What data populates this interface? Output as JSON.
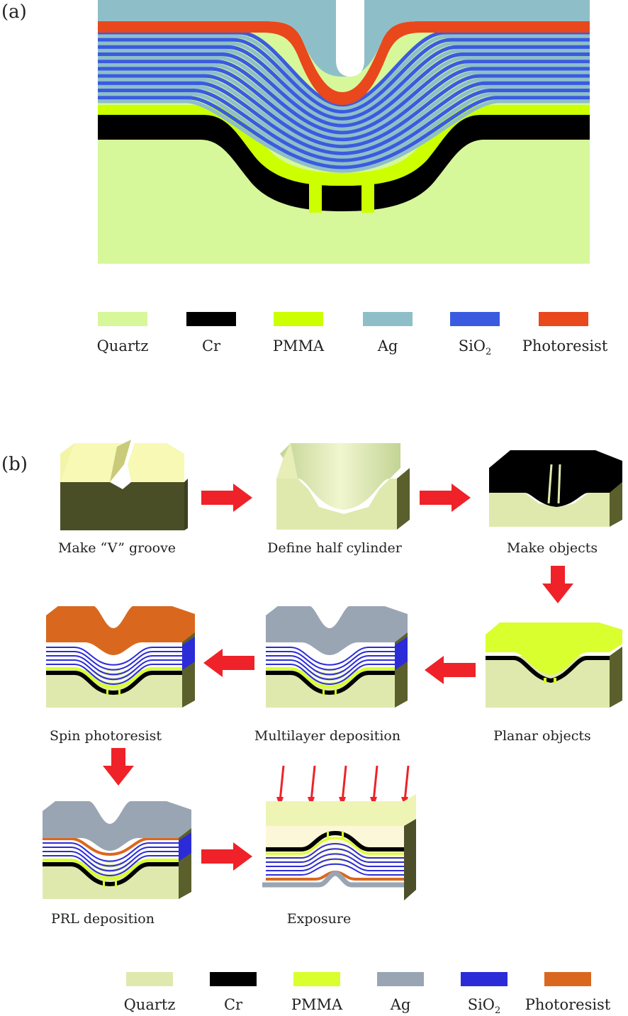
{
  "panel_a": {
    "label": "(a)"
  },
  "panel_b": {
    "label": "(b)"
  },
  "colors": {
    "quartz": "#d7f79b",
    "cr": "#000000",
    "pmma": "#ccff00",
    "ag": "#8ebfc9",
    "sio2": "#3a5be0",
    "photoresist": "#e8481c",
    "arrow": "#ee2228",
    "quartz_b": "#dfe9ad",
    "quartz_b_side": "#5a5f2c",
    "ag_b": "#9aa5b4",
    "photoresist_b": "#d9681e",
    "sio2_b": "#2b2bd8",
    "exposure_block": "#fbf7d8"
  },
  "legend_a": [
    {
      "key": "quartz",
      "label": "Quartz"
    },
    {
      "key": "cr",
      "label": "Cr"
    },
    {
      "key": "pmma",
      "label": "PMMA"
    },
    {
      "key": "ag",
      "label": "Ag"
    },
    {
      "key": "sio2",
      "label": "SiO",
      "sub": "2"
    },
    {
      "key": "photoresist",
      "label": "Photoresist"
    }
  ],
  "legend_b": [
    {
      "key": "quartz",
      "label": "Quartz"
    },
    {
      "key": "cr",
      "label": "Cr"
    },
    {
      "key": "pmma",
      "label": "PMMA"
    },
    {
      "key": "ag",
      "label": "Ag"
    },
    {
      "key": "sio2",
      "label": "SiO",
      "sub": "2"
    },
    {
      "key": "photoresist",
      "label": "Photoresist"
    }
  ],
  "steps": [
    {
      "id": "v-groove",
      "label": "Make “V” groove"
    },
    {
      "id": "half-cylinder",
      "label": "Define half cylinder"
    },
    {
      "id": "make-objects",
      "label": "Make objects"
    },
    {
      "id": "planar-objects",
      "label": "Planar objects"
    },
    {
      "id": "multilayer-deposition",
      "label": "Multilayer deposition"
    },
    {
      "id": "spin-photoresist",
      "label": "Spin photoresist"
    },
    {
      "id": "prl-deposition",
      "label": "PRL deposition"
    },
    {
      "id": "exposure",
      "label": "Exposure"
    }
  ]
}
